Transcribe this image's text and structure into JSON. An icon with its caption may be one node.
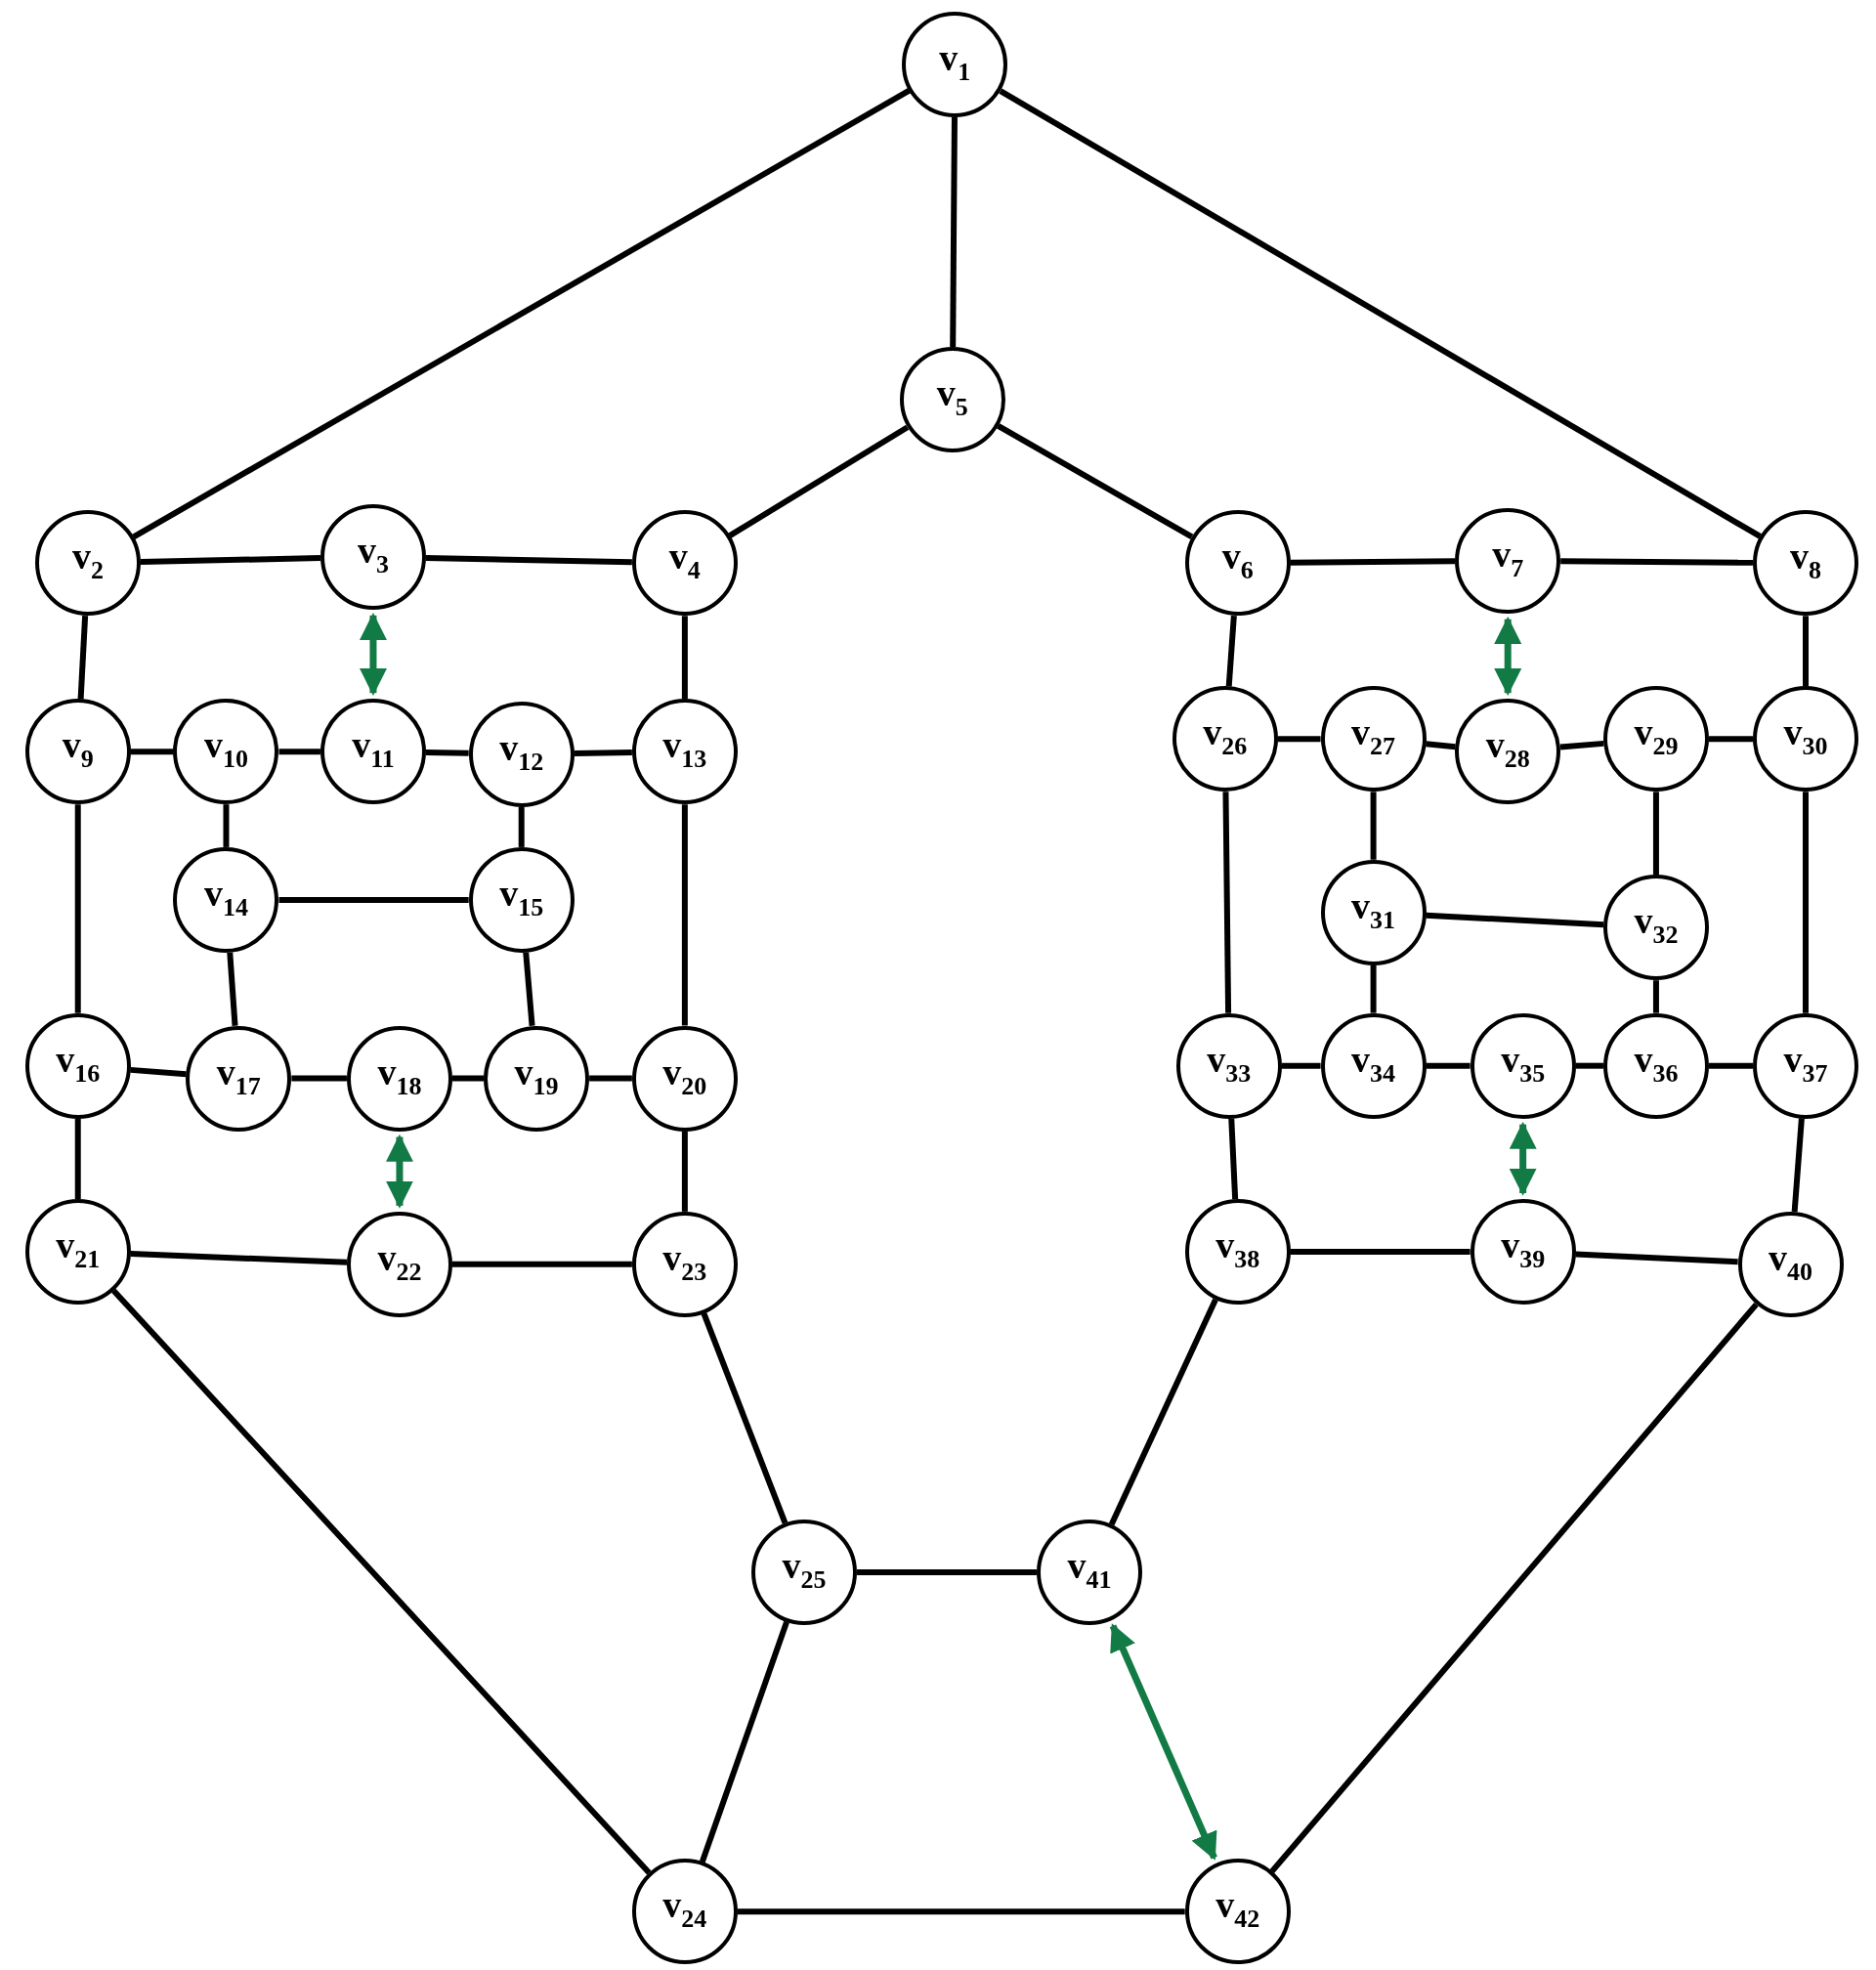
{
  "diagram": {
    "nodes": [
      {
        "text": [
          "v$_{1}$"
        ]
      },
      {
        "text": [
          "v$_{2}$"
        ]
      },
      {
        "text": [
          "v$_{3}$"
        ]
      },
      {
        "text": [
          "v$_{4}$"
        ]
      },
      {
        "text": [
          "v$_{5}$"
        ]
      },
      {
        "text": [
          "v$_{6}$"
        ]
      },
      {
        "text": [
          "v$_{7}$"
        ]
      },
      {
        "text": [
          "v$_{8}$"
        ]
      },
      {
        "text": [
          "v$_{9}$"
        ]
      },
      {
        "text": [
          "v$_{10}$"
        ]
      },
      {
        "text": [
          "v$_{11}$"
        ]
      },
      {
        "text": [
          "v$_{12}$"
        ]
      },
      {
        "text": [
          "v$_{13}$"
        ]
      },
      {
        "text": [
          "v$_{14}$"
        ]
      },
      {
        "text": [
          "v$_{15}$"
        ]
      },
      {
        "text": [
          "v$_{16}$"
        ]
      },
      {
        "text": [
          "v$_{17}$"
        ]
      },
      {
        "text": [
          "v$_{18}$"
        ]
      },
      {
        "text": [
          "v$_{19}$"
        ]
      },
      {
        "text": [
          "v$_{20}$"
        ]
      },
      {
        "text": [
          "v$_{21}$"
        ]
      },
      {
        "text": [
          "v$_{22}$"
        ]
      },
      {
        "text": [
          "v$_{23}$"
        ]
      },
      {
        "text": [
          "v$_{24}$"
        ]
      },
      {
        "text": [
          "v$_{25}$"
        ]
      },
      {
        "text": [
          "v$_{26}$"
        ]
      },
      {
        "text": [
          "v$_{27}$"
        ]
      },
      {
        "text": [
          "v$_{28}$"
        ]
      },
      {
        "text": [
          "v$_{29}$"
        ]
      },
      {
        "text": [
          "v$_{30}$"
        ]
      },
      {
        "text": [
          "v$_{31}$"
        ]
      },
      {
        "text": [
          "v$_{32}$"
        ]
      },
      {
        "text": [
          "v$_{33}$"
        ]
      },
      {
        "text": [
          "v$_{34}$"
        ]
      },
      {
        "text": [
          "v$_{35}$"
        ]
      },
      {
        "text": [
          "v$_{36}$"
        ]
      },
      {
        "text": [
          "v$_{37}$"
        ]
      },
      {
        "text": [
          "v$_{38}$"
        ]
      },
      {
        "text": [
          "v$_{39}$"
        ]
      },
      {
        "text": [
          "v$_{40}$"
        ]
      },
      {
        "text": [
          "v$_{41}$"
        ]
      },
      {
        "text": [
          "v$_{42}$"
        ]
      }
    ],
    "edges": [
      {
        "from": 0,
        "to": 1,
        "arrow": "none"
      },
      {
        "from": 0,
        "to": 4,
        "arrow": "none"
      },
      {
        "from": 0,
        "to": 7,
        "arrow": "none"
      },
      {
        "from": 1,
        "to": 2,
        "arrow": "none"
      },
      {
        "from": 2,
        "to": 3,
        "arrow": "none"
      },
      {
        "from": 4,
        "to": 3,
        "arrow": "none"
      },
      {
        "from": 4,
        "to": 5,
        "arrow": "none"
      },
      {
        "from": 5,
        "to": 6,
        "arrow": "none"
      },
      {
        "from": 6,
        "to": 7,
        "arrow": "none"
      },
      {
        "from": 1,
        "to": 8,
        "arrow": "none"
      },
      {
        "from": 3,
        "to": 12,
        "arrow": "none"
      },
      {
        "from": 2,
        "to": 10,
        "arrow": "both",
        "color": "#127a45"
      },
      {
        "from": 8,
        "to": 9,
        "arrow": "none"
      },
      {
        "from": 9,
        "to": 10,
        "arrow": "none"
      },
      {
        "from": 10,
        "to": 11,
        "arrow": "none"
      },
      {
        "from": 11,
        "to": 12,
        "arrow": "none"
      },
      {
        "from": 9,
        "to": 13,
        "arrow": "none"
      },
      {
        "from": 11,
        "to": 14,
        "arrow": "none"
      },
      {
        "from": 13,
        "to": 14,
        "arrow": "none"
      },
      {
        "from": 13,
        "to": 16,
        "arrow": "none"
      },
      {
        "from": 14,
        "to": 18,
        "arrow": "none"
      },
      {
        "from": 8,
        "to": 15,
        "arrow": "none"
      },
      {
        "from": 12,
        "to": 19,
        "arrow": "none"
      },
      {
        "from": 15,
        "to": 16,
        "arrow": "none"
      },
      {
        "from": 16,
        "to": 17,
        "arrow": "none"
      },
      {
        "from": 17,
        "to": 18,
        "arrow": "none"
      },
      {
        "from": 18,
        "to": 19,
        "arrow": "none"
      },
      {
        "from": 15,
        "to": 20,
        "arrow": "none"
      },
      {
        "from": 19,
        "to": 22,
        "arrow": "none"
      },
      {
        "from": 17,
        "to": 21,
        "arrow": "both",
        "color": "#127a45"
      },
      {
        "from": 20,
        "to": 21,
        "arrow": "none"
      },
      {
        "from": 21,
        "to": 22,
        "arrow": "none"
      },
      {
        "from": 20,
        "to": 23,
        "arrow": "none"
      },
      {
        "from": 22,
        "to": 24,
        "arrow": "none"
      },
      {
        "from": 24,
        "to": 23,
        "arrow": "none"
      },
      {
        "from": 24,
        "to": 40,
        "arrow": "none"
      },
      {
        "from": 23,
        "to": 41,
        "arrow": "none"
      },
      {
        "from": 40,
        "to": 37,
        "arrow": "none"
      },
      {
        "from": 41,
        "to": 39,
        "arrow": "none"
      },
      {
        "from": 40,
        "to": 41,
        "arrow": "both",
        "color": "#127a45"
      },
      {
        "from": 5,
        "to": 25,
        "arrow": "none"
      },
      {
        "from": 7,
        "to": 29,
        "arrow": "none"
      },
      {
        "from": 6,
        "to": 27,
        "arrow": "both",
        "color": "#127a45"
      },
      {
        "from": 25,
        "to": 26,
        "arrow": "none"
      },
      {
        "from": 26,
        "to": 27,
        "arrow": "none"
      },
      {
        "from": 27,
        "to": 28,
        "arrow": "none"
      },
      {
        "from": 28,
        "to": 29,
        "arrow": "none"
      },
      {
        "from": 26,
        "to": 30,
        "arrow": "none"
      },
      {
        "from": 28,
        "to": 31,
        "arrow": "none"
      },
      {
        "from": 30,
        "to": 31,
        "arrow": "none"
      },
      {
        "from": 30,
        "to": 33,
        "arrow": "none"
      },
      {
        "from": 31,
        "to": 35,
        "arrow": "none"
      },
      {
        "from": 25,
        "to": 32,
        "arrow": "none"
      },
      {
        "from": 29,
        "to": 36,
        "arrow": "none"
      },
      {
        "from": 32,
        "to": 33,
        "arrow": "none"
      },
      {
        "from": 33,
        "to": 34,
        "arrow": "none"
      },
      {
        "from": 34,
        "to": 35,
        "arrow": "none"
      },
      {
        "from": 35,
        "to": 36,
        "arrow": "none"
      },
      {
        "from": 32,
        "to": 37,
        "arrow": "none"
      },
      {
        "from": 36,
        "to": 39,
        "arrow": "none"
      },
      {
        "from": 34,
        "to": 38,
        "arrow": "both",
        "color": "#127a45"
      },
      {
        "from": 37,
        "to": 38,
        "arrow": "none"
      },
      {
        "from": 38,
        "to": 39,
        "arrow": "none"
      }
    ]
  }
}
